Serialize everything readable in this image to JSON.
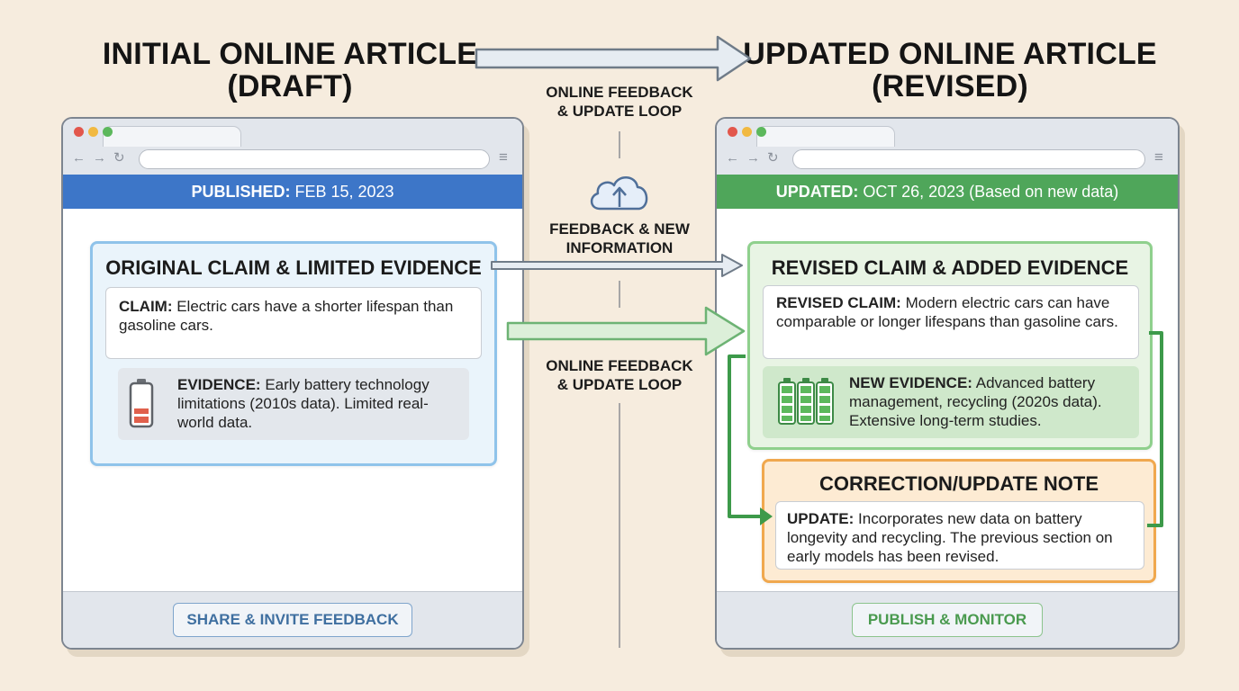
{
  "left_title": {
    "line1": "INITIAL ONLINE ARTICLE",
    "line2": "(DRAFT)"
  },
  "right_title": {
    "line1": "UPDATED ONLINE ARTICLE",
    "line2": "(REVISED)"
  },
  "middle": {
    "top_label": {
      "line1": "ONLINE FEEDBACK",
      "line2": "& UPDATE LOOP"
    },
    "cloud_label": {
      "line1": "FEEDBACK & NEW",
      "line2": "INFORMATION"
    },
    "bottom_label": {
      "line1": "ONLINE FEEDBACK",
      "line2": "& UPDATE LOOP"
    },
    "cloud_icon": "cloud-upload-icon"
  },
  "draft": {
    "published_label": "PUBLISHED:",
    "published_date": "FEB 15, 2023",
    "card_title": "ORIGINAL CLAIM & LIMITED EVIDENCE",
    "claim_label": "CLAIM:",
    "claim_text": "Electric cars have a shorter lifespan than gasoline cars.",
    "evidence_label": "EVIDENCE:",
    "evidence_text": "Early battery technology limitations (2010s data). Limited real-world data.",
    "evidence_icon": "low-battery-icon",
    "footer_button": "SHARE & INVITE FEEDBACK"
  },
  "revised": {
    "updated_label": "UPDATED:",
    "updated_date": "OCT 26, 2023 (Based on new data)",
    "card_title": "REVISED CLAIM & ADDED EVIDENCE",
    "claim_label": "REVISED CLAIM:",
    "claim_text": "Modern electric cars can have comparable or longer lifespans than gasoline cars.",
    "evidence_label": "NEW EVIDENCE:",
    "evidence_text": "Advanced battery management, recycling (2020s data). Extensive long-term studies.",
    "evidence_icon": "full-battery-pack-icon",
    "note_title": "CORRECTION/UPDATE NOTE",
    "note_label": "UPDATE:",
    "note_text": "Incorporates new data on battery longevity and recycling. The previous section on early models has been revised.",
    "footer_button": "PUBLISH & MONITOR"
  },
  "colors": {
    "background": "#f6ecde",
    "draft_blue": "#3d76c8",
    "revised_green": "#4fa65a",
    "note_orange": "#f0a84e"
  }
}
